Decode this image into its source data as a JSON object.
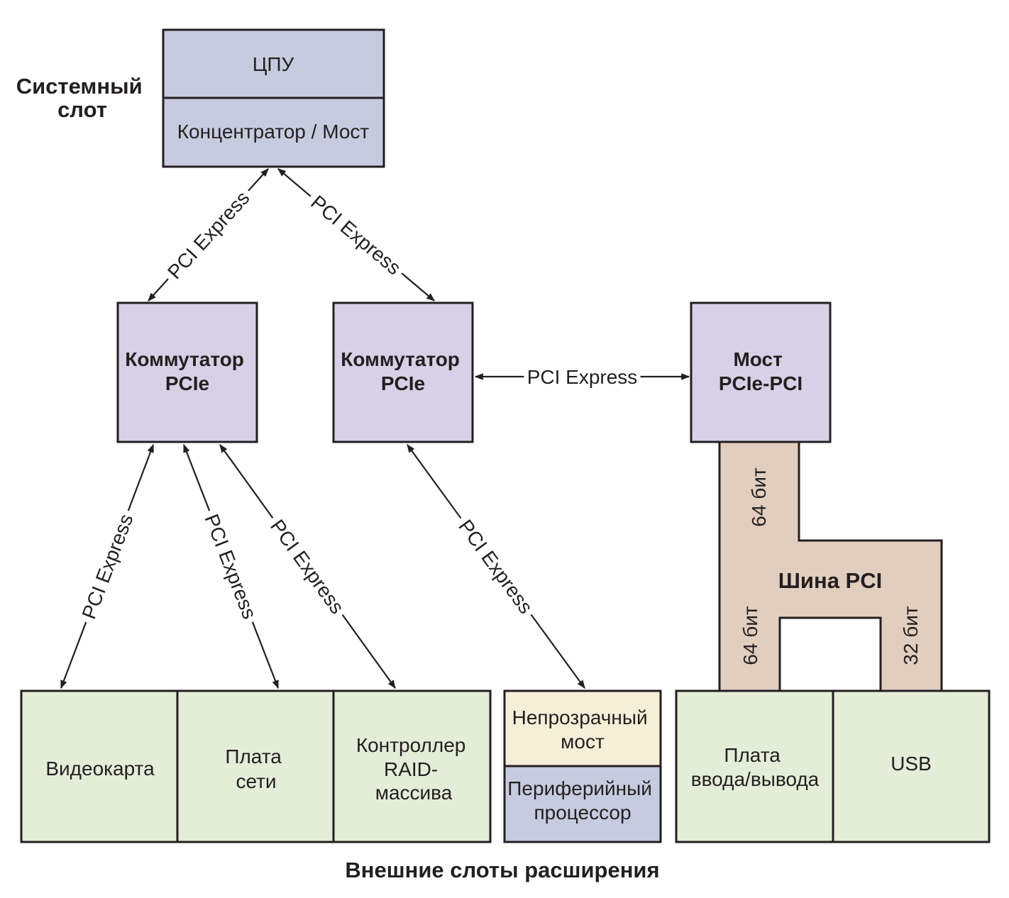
{
  "system_slot_label": [
    "Системный",
    "слот"
  ],
  "cpu": "ЦПУ",
  "hub_bridge": "Концентратор / Мост",
  "switch_1": [
    "Коммутатор",
    "PCIe"
  ],
  "switch_2": [
    "Коммутатор",
    "PCIe"
  ],
  "bridge": [
    "Мост",
    "PCIe-PCI"
  ],
  "link_label": "PCI Express",
  "pci_bus": {
    "title": "Шина PCI",
    "width_top": "64 бит",
    "width_left": "64 бит",
    "width_right": "32 бит"
  },
  "cards": {
    "video": [
      "Видеокарта"
    ],
    "network": [
      "Плата",
      "сети"
    ],
    "raid": [
      "Контроллер",
      "RAID-",
      "массива"
    ],
    "nontransparent": [
      "Непрозрачный",
      "мост"
    ],
    "peripheral": [
      "Периферийный",
      "процессор"
    ],
    "io": [
      "Плата",
      "ввода/вывода"
    ],
    "usb": [
      "USB"
    ]
  },
  "footer_caption": "Внешние слоты расширения",
  "colors": {
    "cpu_fill": "#c7cbdf",
    "switch_fill": "#d8d0e6",
    "card_fill": "#e4edd8",
    "nontransparent_fill": "#f6efd8",
    "bus_fill": "#e2cebf"
  }
}
